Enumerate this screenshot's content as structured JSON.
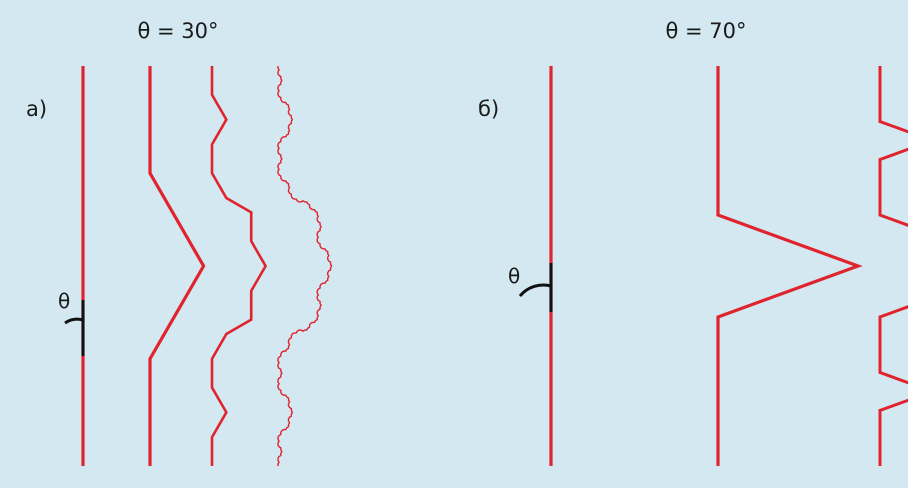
{
  "panel_a": {
    "title": "θ = 30°",
    "label": "а)",
    "angle_label": "θ",
    "angle_deg": 30,
    "iterations": [
      0,
      1,
      2,
      4
    ]
  },
  "panel_b": {
    "title": "θ = 70°",
    "label": "б)",
    "angle_label": "θ",
    "angle_deg": 70,
    "iterations": [
      0,
      1,
      2
    ]
  },
  "colors": {
    "background": "#d3e8f0",
    "curve": "#e0242e",
    "marker": "#111111"
  }
}
